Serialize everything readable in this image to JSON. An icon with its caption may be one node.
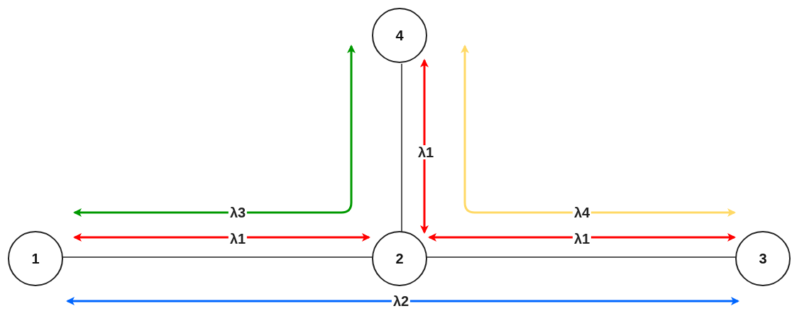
{
  "diagram": {
    "nodes": [
      {
        "text": [
          "1"
        ]
      },
      {
        "text": [
          "2"
        ]
      },
      {
        "text": [
          "3"
        ]
      },
      {
        "text": [
          "4"
        ]
      }
    ],
    "edges": [
      {
        "from": 0,
        "to": 1,
        "arrow": "none"
      },
      {
        "from": 1,
        "to": 2,
        "arrow": "none"
      },
      {
        "from": 3,
        "to": 1,
        "arrow": "none"
      },
      {
        "from": 0,
        "to": 1,
        "arrow": "both",
        "label": "λ1",
        "color": "#ff0000"
      },
      {
        "from": 1,
        "to": 2,
        "arrow": "both",
        "label": "λ1",
        "color": "#ff0000"
      },
      {
        "from": 3,
        "to": 1,
        "arrow": "both",
        "label": "λ1",
        "color": "#ff0000"
      },
      {
        "from": 0,
        "to": 3,
        "arrow": "both",
        "label": "λ3",
        "color": "#009900"
      },
      {
        "from": 3,
        "to": 2,
        "arrow": "both",
        "label": "λ4",
        "color": "#ffd966"
      },
      {
        "from": 0,
        "to": 2,
        "arrow": "both",
        "label": "λ2",
        "color": "#0066ff"
      }
    ]
  }
}
